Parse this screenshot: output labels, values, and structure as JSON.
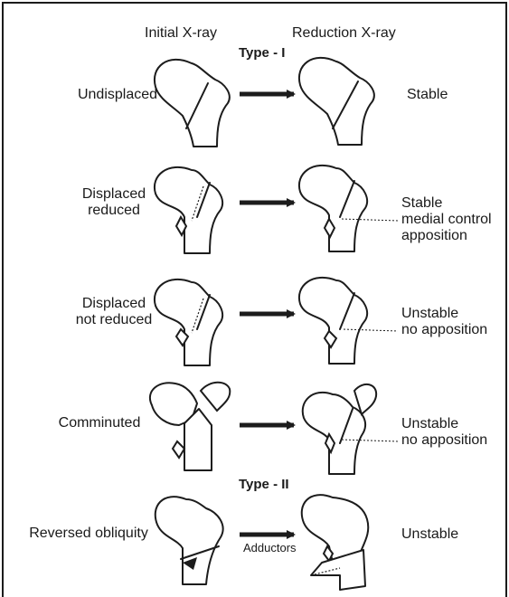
{
  "headers": {
    "initial": "Initial X-ray",
    "reduction": "Reduction X-ray"
  },
  "types": {
    "type1": "Type - I",
    "type2": "Type - II"
  },
  "rows": [
    {
      "left": "Undisplaced",
      "right": "Stable"
    },
    {
      "left": "Displaced\nreduced",
      "right": "Stable\nmedial control\napposition"
    },
    {
      "left": "Displaced\nnot reduced",
      "right": "Unstable\nno apposition"
    },
    {
      "left": "Comminuted",
      "right": "Unstable\nno apposition"
    },
    {
      "left": "Reversed obliquity",
      "right": "Unstable",
      "arrow_label": "Adductors"
    }
  ],
  "colors": {
    "line": "#1c1c1c",
    "background": "#ffffff"
  }
}
